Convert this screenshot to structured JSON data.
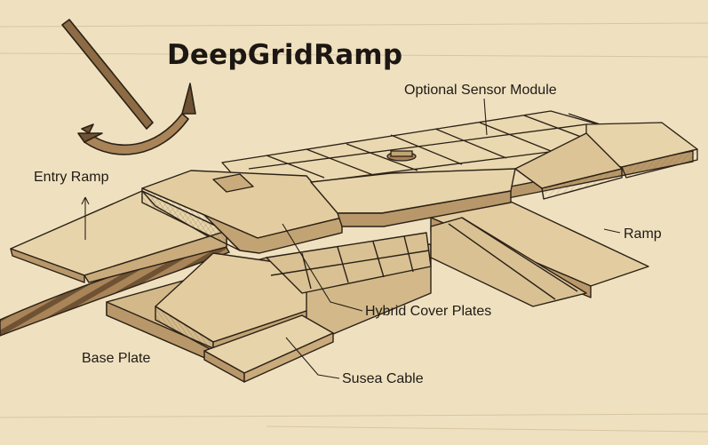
{
  "title": "DeepGridRamp",
  "labels": {
    "entry_ramp": "Entry Ramp",
    "optional_sensor_module": "Optional Sensor Module",
    "ramp": "Ramp",
    "hybrid_cover_plates": "Hybrid Cover Plates",
    "base_plate": "Base Plate",
    "cable": "Susea Cable"
  },
  "colors": {
    "background": "#efe1c0",
    "ink": "#2b2116",
    "stone_light": "#e8d4aa",
    "stone_mid": "#d3b98a",
    "stone_dark": "#b8986a"
  },
  "icons": [
    "anchor-icon",
    "rope-cable"
  ]
}
